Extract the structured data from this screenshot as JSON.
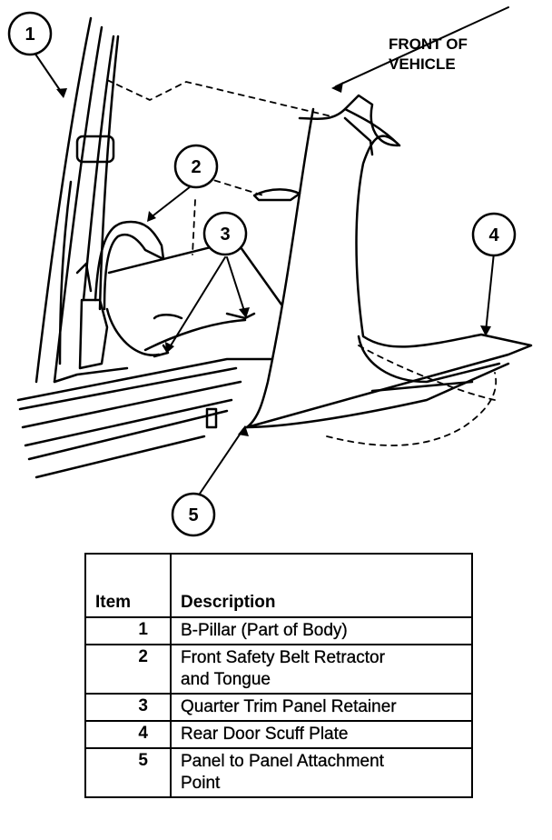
{
  "diagram": {
    "front_label_line1": "FRONT OF",
    "front_label_line2": "VEHICLE",
    "callouts": [
      "1",
      "2",
      "3",
      "4",
      "5"
    ]
  },
  "table": {
    "header_item": "Item",
    "header_description": "Description",
    "rows": [
      {
        "item": "1",
        "description": [
          "B-Pillar (Part of Body)"
        ]
      },
      {
        "item": "2",
        "description": [
          "Front Safety Belt Retractor",
          "and Tongue"
        ]
      },
      {
        "item": "3",
        "description": [
          "Quarter Trim Panel Retainer"
        ]
      },
      {
        "item": "4",
        "description": [
          "Rear Door Scuff Plate"
        ]
      },
      {
        "item": "5",
        "description": [
          "Panel to Panel Attachment",
          "Point"
        ]
      }
    ]
  }
}
